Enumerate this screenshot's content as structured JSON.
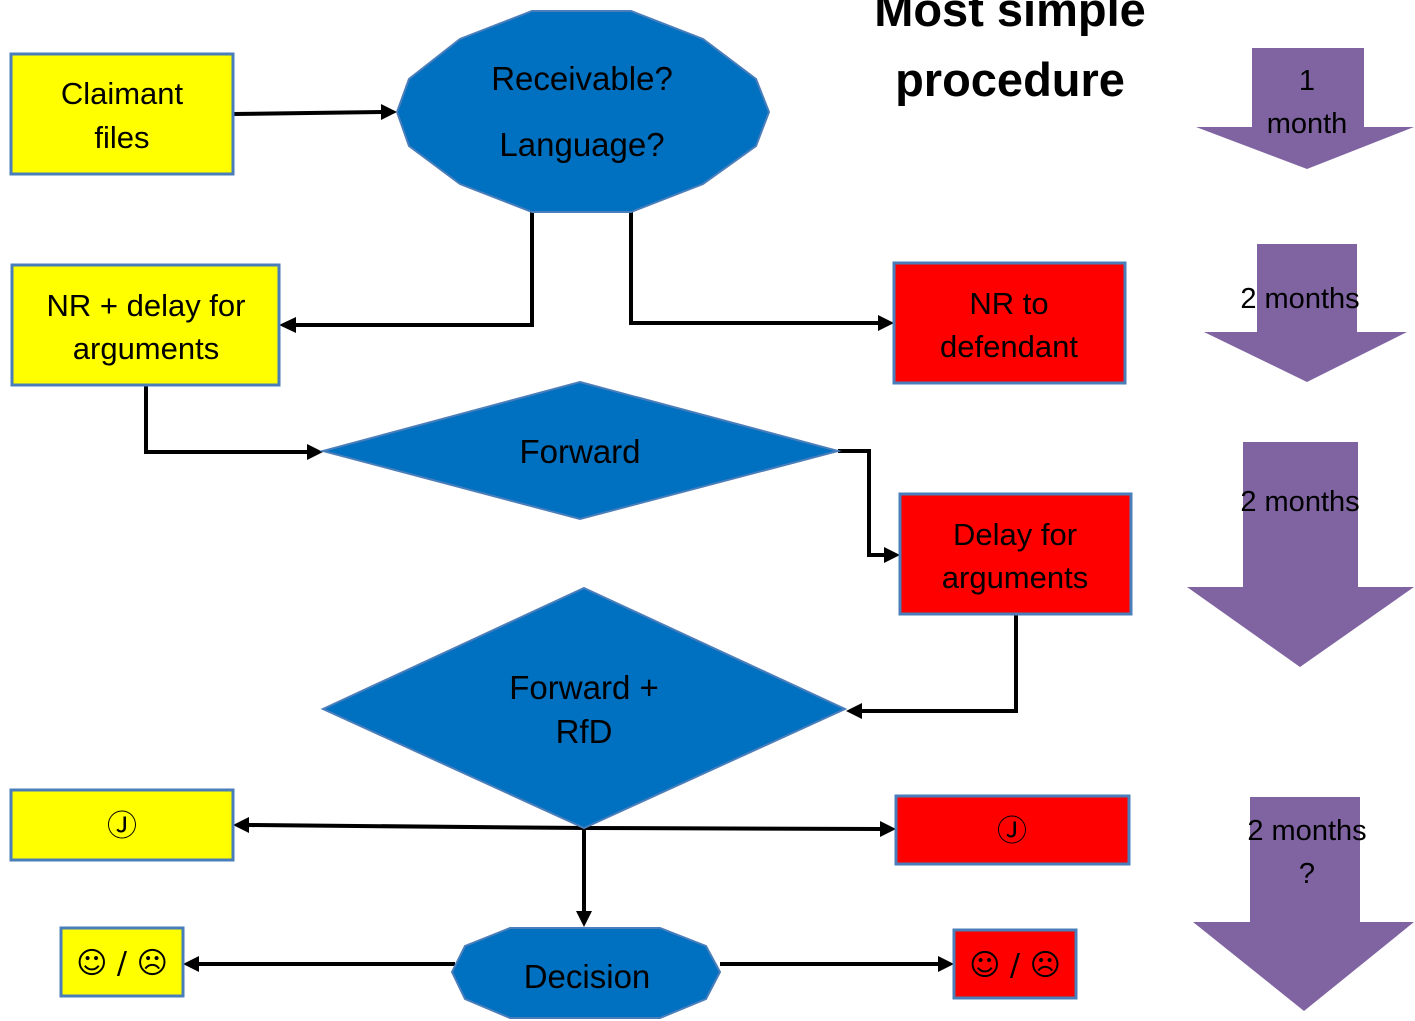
{
  "title": {
    "line1": "Most simple",
    "line2": "procedure"
  },
  "nodes": {
    "claimant_files": {
      "line1": "Claimant",
      "line2": "files"
    },
    "receivable": {
      "line1": "Receivable?",
      "line2": "Language?"
    },
    "nr_delay": {
      "line1": "NR + delay for",
      "line2": "arguments"
    },
    "nr_defendant": {
      "line1": "NR to",
      "line2": "defendant"
    },
    "forward": {
      "text": "Forward"
    },
    "delay_arguments": {
      "line1": "Delay for",
      "line2": "arguments"
    },
    "forward_rfd": {
      "line1": "Forward +",
      "line2": "RfD"
    },
    "clock_left": {
      "text": "Ⓙ"
    },
    "clock_right": {
      "text": "Ⓙ"
    },
    "decision": {
      "text": "Decision"
    },
    "outcome_left": {
      "text": "☺ / ☹"
    },
    "outcome_right": {
      "text": "☺ / ☹"
    }
  },
  "timeline": [
    {
      "line1": "1",
      "line2": "month"
    },
    {
      "line1": "2 months"
    },
    {
      "line1": "2 months"
    },
    {
      "line1": "2 months",
      "line2": "?"
    }
  ],
  "colors": {
    "claimant_side": "#ffff00",
    "defendant_side": "#ff0000",
    "office_step": "#0070c0",
    "timeline_arrow": "#8064a2"
  }
}
